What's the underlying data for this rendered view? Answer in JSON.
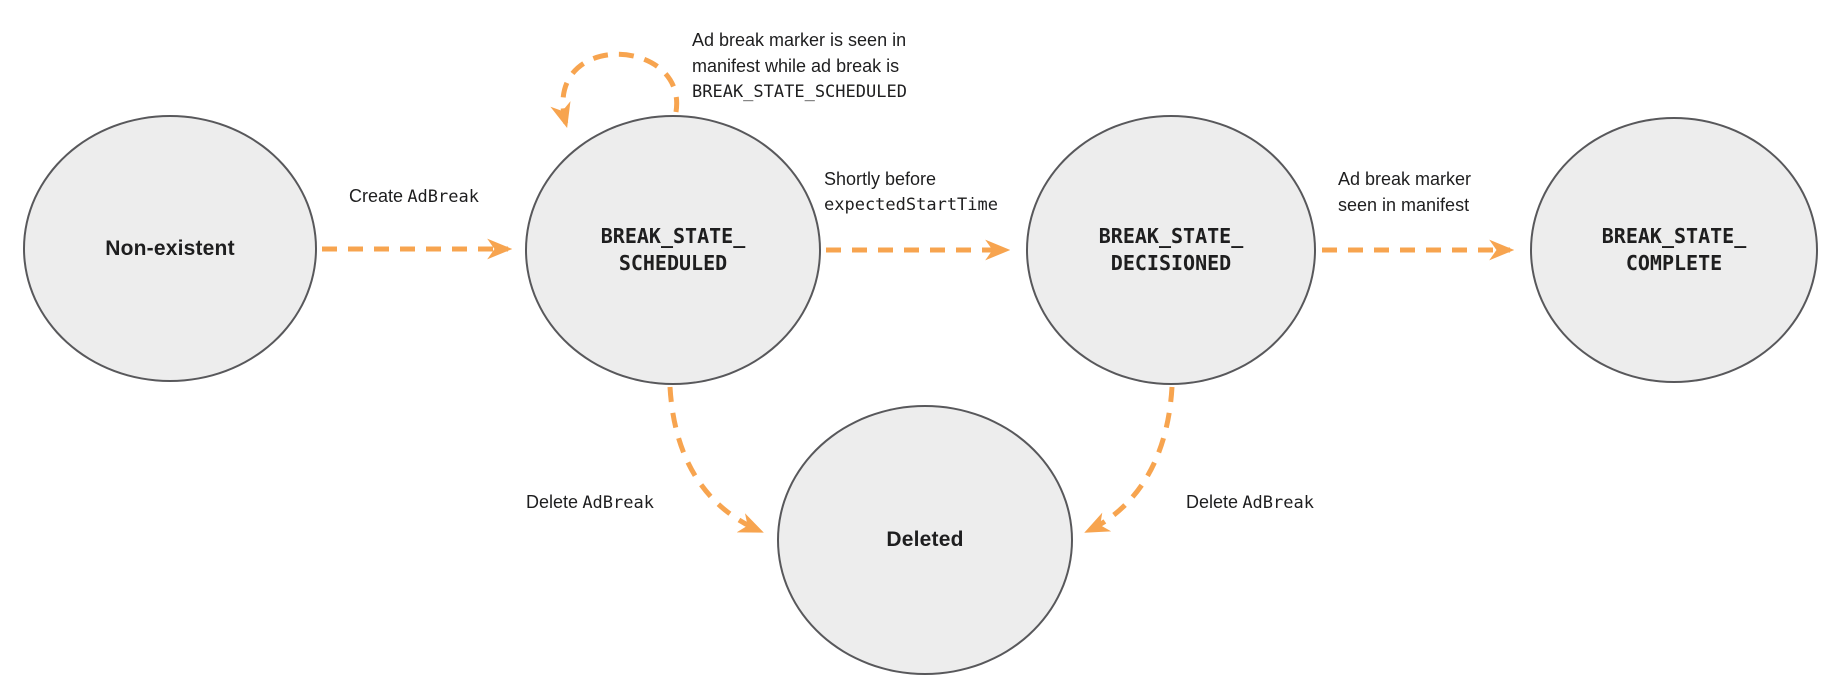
{
  "colors": {
    "arrow_color": "#F7A44F",
    "node_fill": "#EDEDED",
    "node_border": "#58585B",
    "text_color": "#1E1E1F"
  },
  "states": {
    "non_existent": {
      "label": "Non-existent"
    },
    "scheduled": {
      "line1": "BREAK_STATE_",
      "line2": "SCHEDULED"
    },
    "decisioned": {
      "line1": "BREAK_STATE_",
      "line2": "DECISIONED"
    },
    "complete": {
      "line1": "BREAK_STATE_",
      "line2": "COMPLETE"
    },
    "deleted": {
      "label": "Deleted"
    }
  },
  "transitions": {
    "create": {
      "plain": "Create",
      "code": "AdBreak"
    },
    "self_loop": {
      "line1": "Ad break marker is seen in",
      "line2": "manifest while ad break is",
      "line3": "BREAK_STATE_SCHEDULED"
    },
    "to_decisioned": {
      "line1": "Shortly before",
      "code": "expectedStartTime"
    },
    "to_complete": {
      "line1": "Ad break marker",
      "line2": "seen in manifest"
    },
    "delete_from_scheduled": {
      "plain": "Delete",
      "code": "AdBreak"
    },
    "delete_from_decisioned": {
      "plain": "Delete",
      "code": "AdBreak"
    }
  }
}
